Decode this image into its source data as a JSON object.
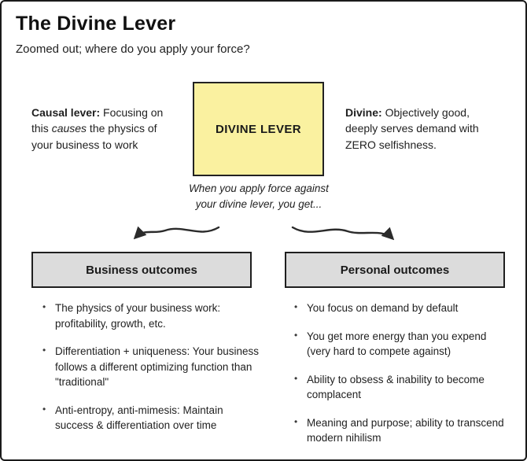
{
  "page": {
    "title": "The Divine Lever",
    "subtitle": "Zoomed out; where do you apply your force?"
  },
  "lever_box": {
    "label": "DIVINE LEVER"
  },
  "causal_note": {
    "lead": "Causal lever:",
    "pre": " Focusing on this ",
    "italic_word": "causes",
    "post": " the physics of your business to work"
  },
  "divine_note": {
    "lead": "Divine:",
    "text": " Objectively good, deeply serves demand with ZERO selfishness."
  },
  "caption": "When you apply force against your divine lever, you get...",
  "outcomes": {
    "business": {
      "title": "Business outcomes",
      "items": [
        "The physics of your business work: profitability, growth, etc.",
        "Differentiation + uniqueness: Your business follows a different optimizing function than \"traditional\"",
        "Anti-entropy, anti-mimesis: Maintain success & differentiation over time"
      ]
    },
    "personal": {
      "title": "Personal outcomes",
      "items": [
        "You focus on demand by default",
        "You get more energy than you expend (very hard to compete against)",
        "Ability to obsess & inability to become complacent",
        "Meaning and purpose; ability to transcend modern nihilism"
      ]
    }
  },
  "colors": {
    "lever_fill": "#faf1a0",
    "outcome_fill": "#dcdcdc",
    "border": "#1a1a1a",
    "arrow": "#2b2b2b"
  }
}
